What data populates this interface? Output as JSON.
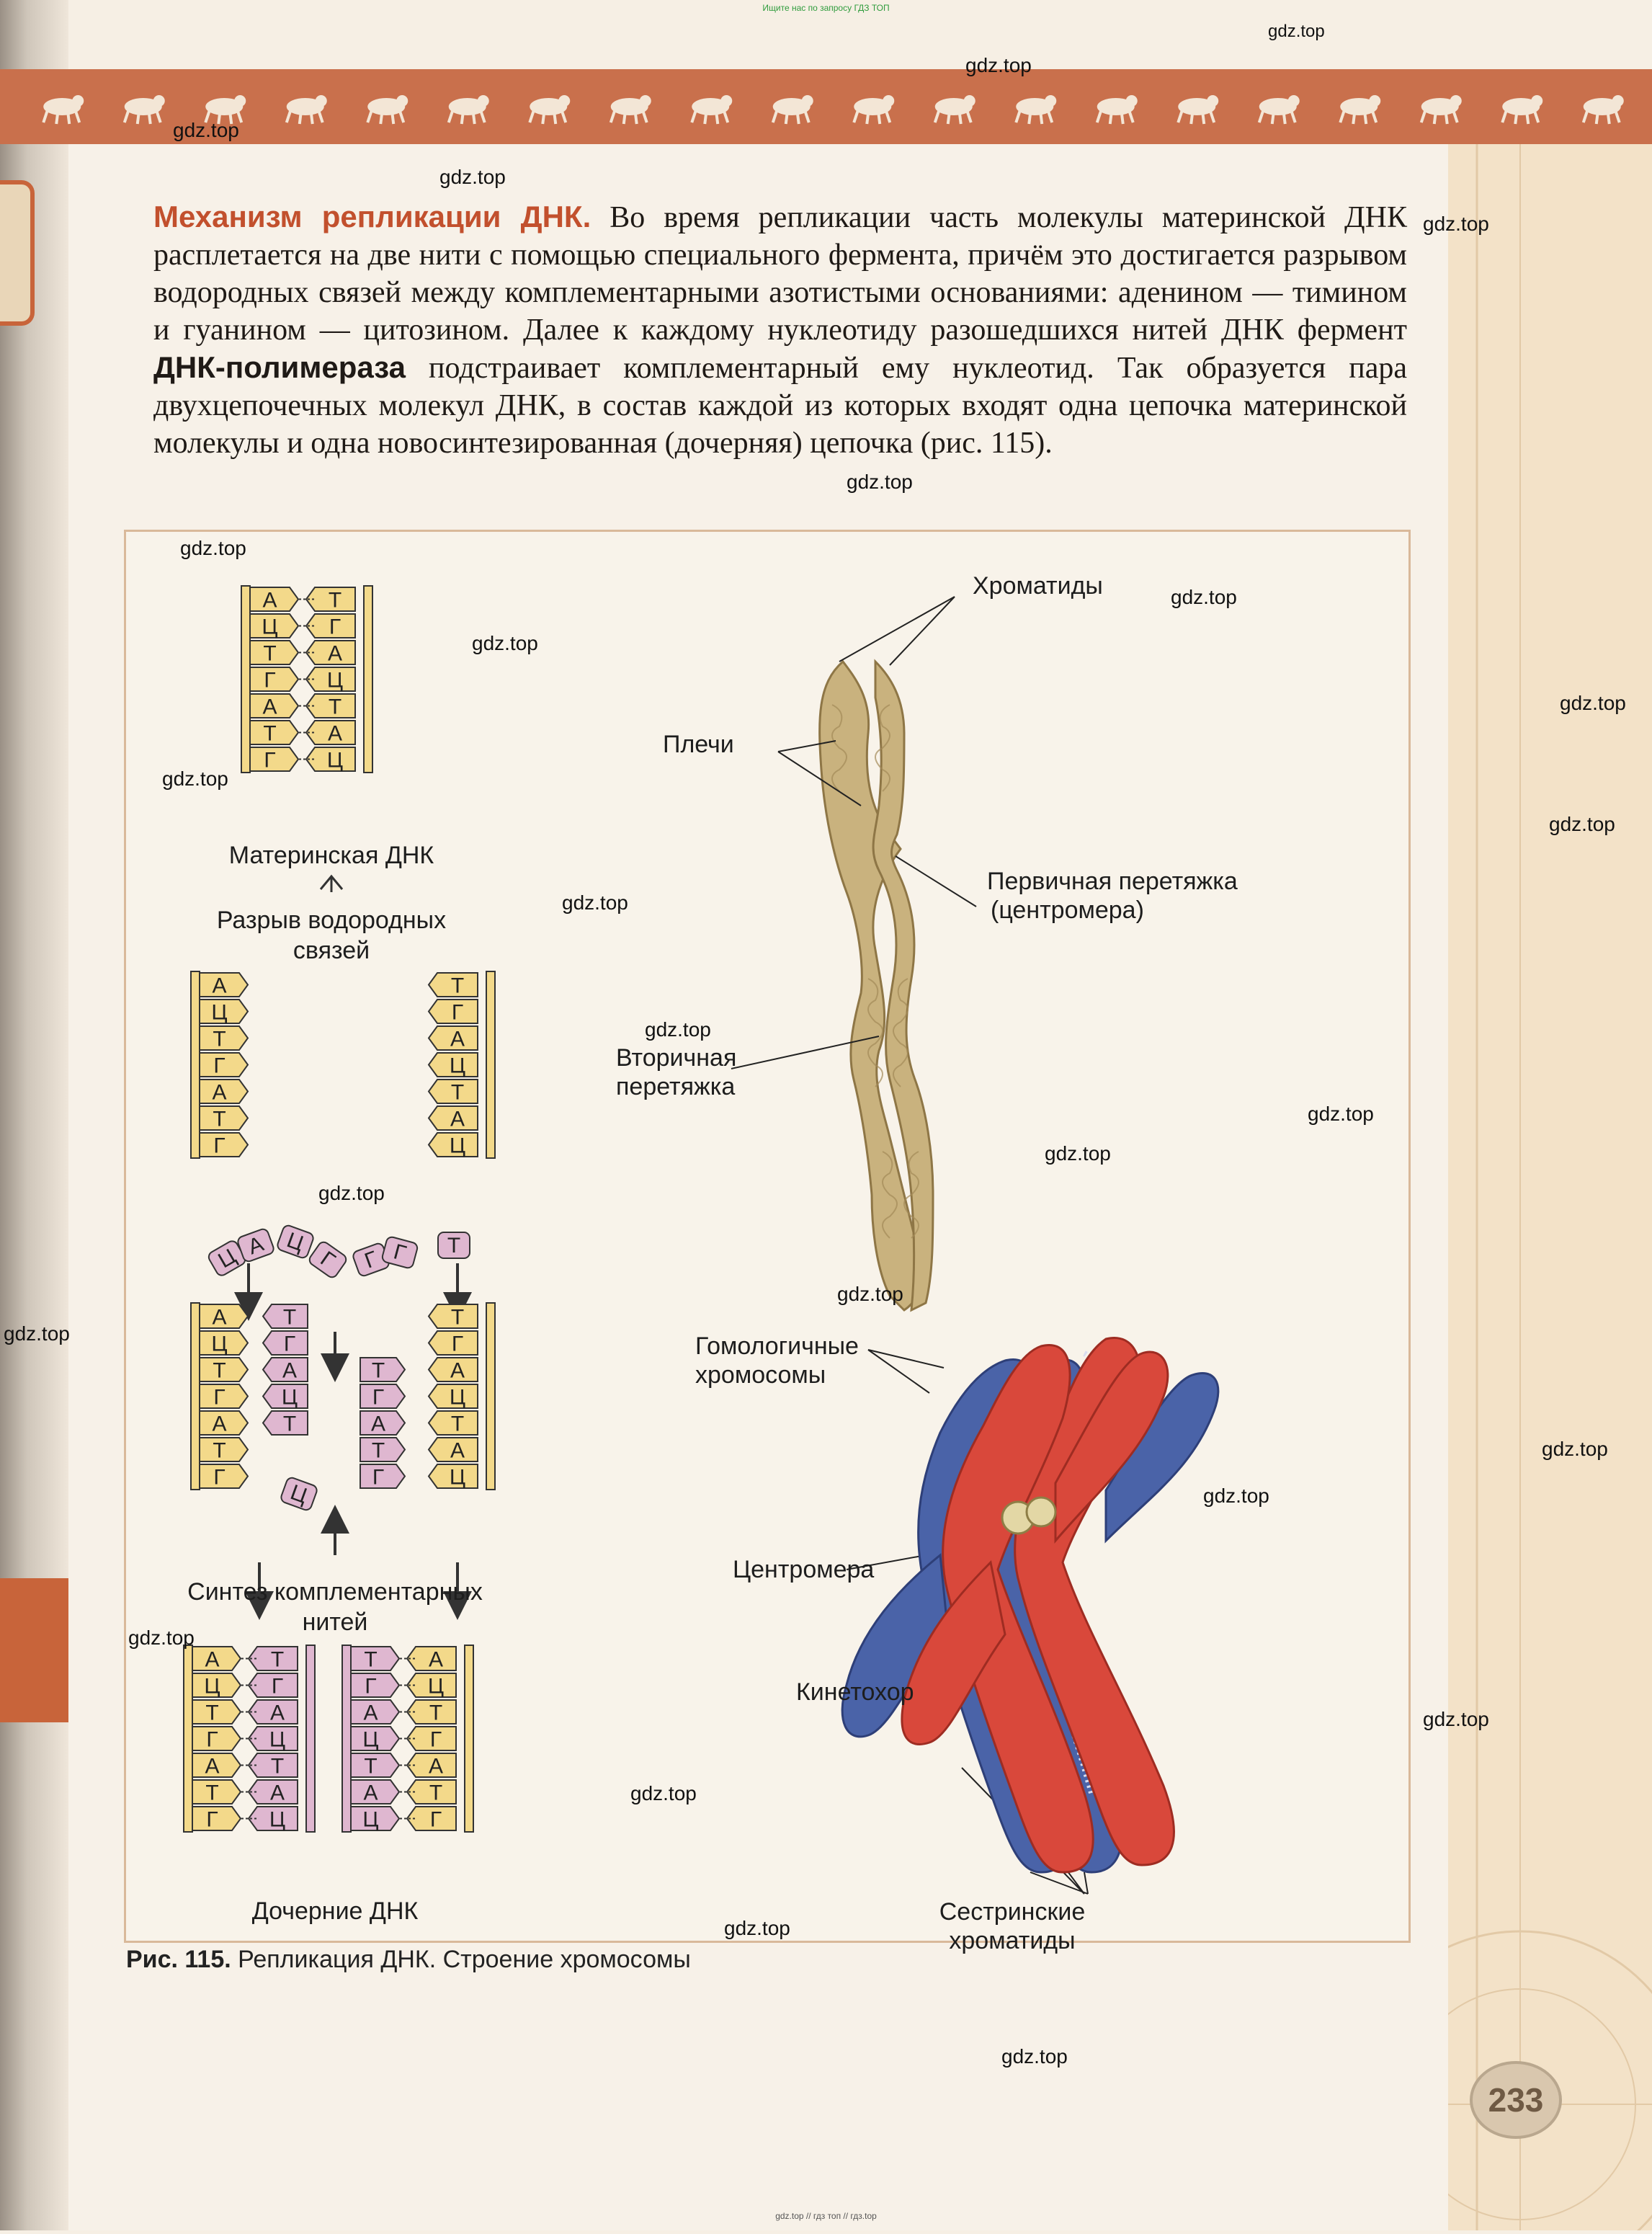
{
  "header": {
    "top_note": "Ищите нас по запросу ГДЗ ТОП",
    "bottom_note": "gdz.top // гдз топ // гдз.top",
    "animal_icons": [
      "bat",
      "horse",
      "flying-fox",
      "scorpion",
      "lizard",
      "whale",
      "boar",
      "bird",
      "butterfly",
      "dog",
      "bird",
      "crab",
      "fish",
      "bat",
      "butterfly",
      "scorpion",
      "lizard",
      "bird",
      "gazelle",
      "bird"
    ]
  },
  "intro": {
    "heading": "Механизм репликации ДНК.",
    "text1": " Во время репликации часть молекулы материнской ДНК расплетается на две нити с помощью специального фермента, причём это достигается разрывом водородных связей между комплементарными азотистыми основаниями: аденином — тимином и гуанином — цитозином. Далее к каждому нуклеотиду разошедшихся нитей ДНК фермент ",
    "term": "ДНК-полимераза",
    "text2": " подстраивает комплементарный ему нуклеотид. Так образуется пара двухцепочечных молекул ДНК, в состав каждой из которых входят одна цепочка материнской молекулы и одна новосинтезированная (дочерняя) цепочка (рис. 115)."
  },
  "figure": {
    "caption_num": "Рис. 115.",
    "caption_text": " Репликация ДНК. Строение хромосомы",
    "dna": {
      "mother_label": "Материнская ДНК",
      "break_label_1": "Разрыв водородных",
      "break_label_2": "связей",
      "synth_label_1": "Синтез комплементарных",
      "synth_label_2": "нитей",
      "daughter_label": "Дочерние ДНК",
      "mother_pairs": [
        [
          "А",
          "Т"
        ],
        [
          "Ц",
          "Г"
        ],
        [
          "Т",
          "А"
        ],
        [
          "Г",
          "Ц"
        ],
        [
          "А",
          "Т"
        ],
        [
          "Т",
          "А"
        ],
        [
          "Г",
          "Ц"
        ]
      ],
      "left_strand": [
        "А",
        "Ц",
        "Т",
        "Г",
        "А",
        "Т",
        "Г"
      ],
      "right_strand": [
        "Т",
        "Г",
        "А",
        "Ц",
        "Т",
        "А",
        "Ц"
      ],
      "daughter_left": [
        [
          "А",
          "Т"
        ],
        [
          "Ц",
          "Г"
        ],
        [
          "Т",
          "А"
        ],
        [
          "Г",
          "Ц"
        ],
        [
          "А",
          "Т"
        ],
        [
          "Т",
          "А"
        ],
        [
          "Г",
          "Ц"
        ]
      ],
      "daughter_right": [
        [
          "Т",
          "А"
        ],
        [
          "Г",
          "Ц"
        ],
        [
          "А",
          "Т"
        ],
        [
          "Ц",
          "Г"
        ],
        [
          "Т",
          "А"
        ],
        [
          "А",
          "Т"
        ],
        [
          "Ц",
          "Г"
        ]
      ]
    },
    "chromosome": {
      "chromatids": "Хроматиды",
      "arms": "Плечи",
      "primary_1": "Первичная перетяжка",
      "primary_2": "(центромера)",
      "secondary_1": "Вторичная",
      "secondary_2": "перетяжка",
      "homologous_1": "Гомологичные",
      "homologous_2": "хромосомы",
      "centromere": "Центромера",
      "kinetochore": "Кинетохор",
      "sister_1": "Сестринские",
      "sister_2": "хроматиды"
    }
  },
  "page_number": "233",
  "watermarks": [
    "gdz.top",
    "gdz.top",
    "gdz.top",
    "gdz.top",
    "gdz.top",
    "gdz.top",
    "gdz.top",
    "gdz.top",
    "gdz.top",
    "gdz.top",
    "gdz.top",
    "gdz.top",
    "gdz.top",
    "gdz.top",
    "gdz.top",
    "gdz.top",
    "gdz.top",
    "gdz.top",
    "gdz.top",
    "gdz.top",
    "gdz.top",
    "gdz.top",
    "gdz.top",
    "gdz.top",
    "gdz.top",
    "gdz.top"
  ],
  "colors": {
    "accent": "#c2502d",
    "band": "#c9704c",
    "strand_old": "#f3d98a",
    "strand_new": "#dfb7d0",
    "chrom_red": "#d9483b",
    "chrom_blue": "#4a63a8"
  }
}
